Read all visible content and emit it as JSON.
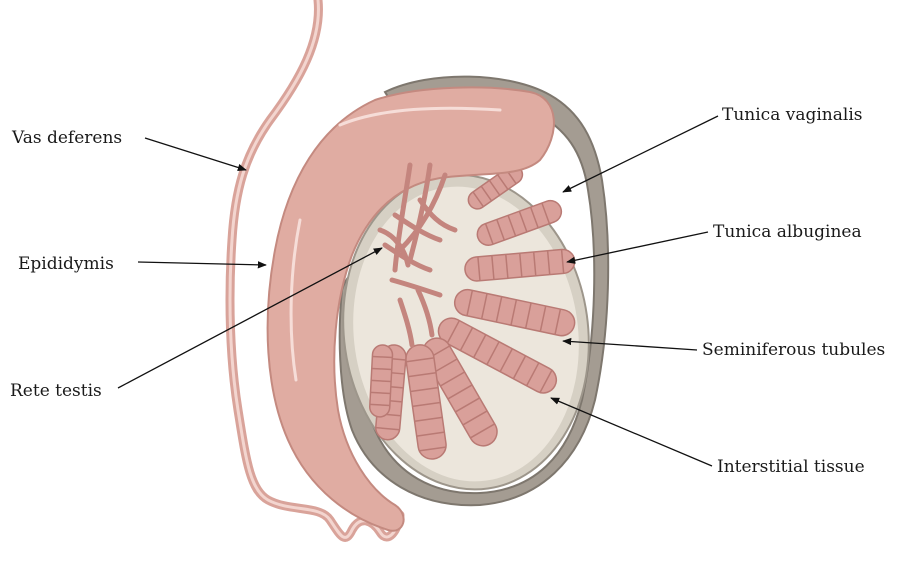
{
  "labels": {
    "vas_deferens": "Vas deferens",
    "epididymis": "Epididymis",
    "rete_testis": "Rete testis",
    "tunica_vaginalis": "Tunica vaginalis",
    "tunica_albuginea": "Tunica albuginea",
    "seminiferous_tubules": "Seminiferous tubules",
    "interstitial_tissue": "Interstitial tissue"
  },
  "colors": {
    "tubule": "#d9a09a",
    "tubule_dark": "#b97a74",
    "epididymis": "#e0aca2",
    "epididymis_edge": "#c48a80",
    "testis_fill": "#ece6dc",
    "albuginea": "#d6d0c4",
    "vaginalis": "#a49c92",
    "vaginalis_edge": "#7e776e",
    "leader_line": "#111111"
  }
}
